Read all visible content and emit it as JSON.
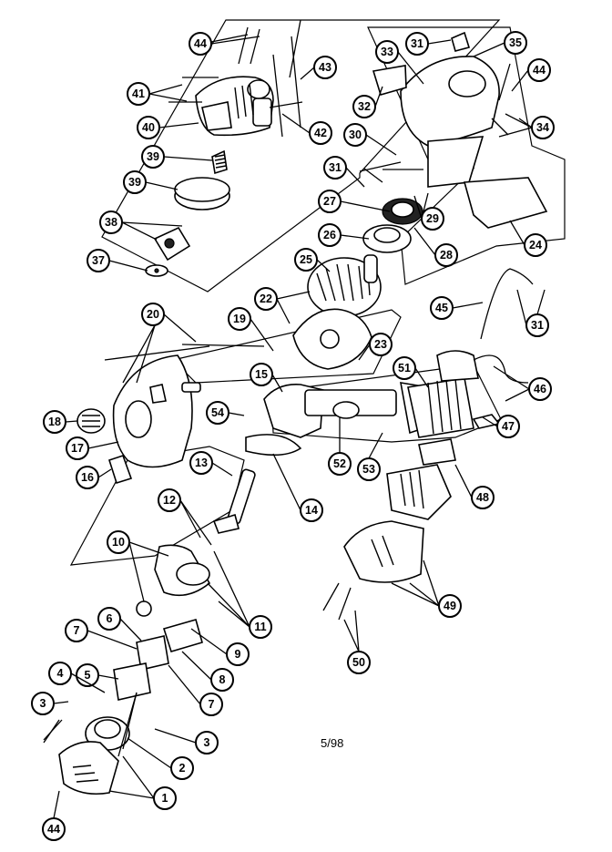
{
  "diagram": {
    "date_code": "5/98",
    "callouts": [
      "44",
      "41",
      "40",
      "39",
      "39",
      "38",
      "37",
      "43",
      "42",
      "33",
      "31",
      "35",
      "44",
      "32",
      "34",
      "30",
      "31",
      "27",
      "29",
      "26",
      "28",
      "24",
      "25",
      "45",
      "31",
      "22",
      "20",
      "19",
      "23",
      "51",
      "46",
      "18",
      "15",
      "54",
      "47",
      "17",
      "52",
      "53",
      "16",
      "13",
      "14",
      "48",
      "12",
      "10",
      "49",
      "11",
      "7",
      "6",
      "5",
      "9",
      "8",
      "4",
      "7",
      "3",
      "3",
      "2",
      "1",
      "44",
      "50"
    ]
  }
}
